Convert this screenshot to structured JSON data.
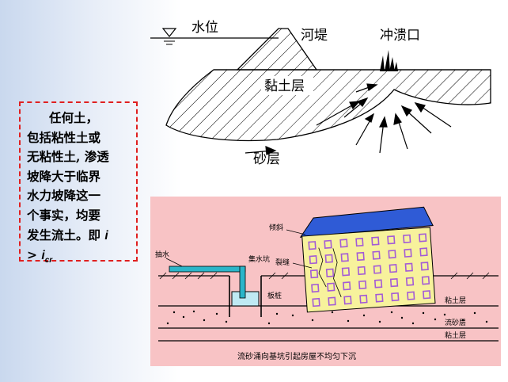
{
  "callout": {
    "line1": "任何土，",
    "line2": "包括粘性土或",
    "line3": "无粘性土, 渗透",
    "line4": "坡降大于临界",
    "line5": "水力坡降这一",
    "line6": "个事实，均要",
    "line7": "发生流土。即",
    "formula_i": "i",
    "formula_gt": ">",
    "formula_icr": "i",
    "formula_sub": "cr"
  },
  "top_diagram": {
    "label_water_level": "水位",
    "label_levee": "河堤",
    "label_breach": "冲溃口",
    "label_clay_layer": "黏土层",
    "label_sand_layer": "砂层"
  },
  "bottom_diagram": {
    "label_tilt": "倾斜",
    "label_pump": "抽水",
    "label_sump": "集水坑",
    "label_crack": "裂缝",
    "label_sheet_pile": "板桩",
    "label_clay_upper": "粘土层",
    "label_quicksand": "流砂层",
    "label_clay_lower": "粘土层",
    "caption": "流砂涌向基坑引起房屋不均匀下沉",
    "colors": {
      "roof": "#2f5bd6",
      "building": "#f7f29c",
      "windows": "#a35bd6",
      "pipe": "#2bb5c9",
      "background": "#f8c3c5"
    }
  }
}
